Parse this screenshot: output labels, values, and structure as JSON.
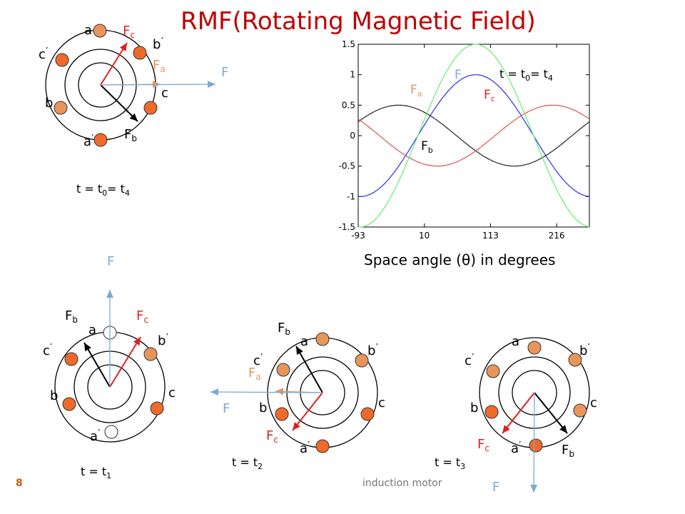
{
  "title": "RMF(Rotating Magnetic Field)",
  "footer": "induction motor",
  "page_number": "8",
  "colors": {
    "title": "#c00000",
    "Fa": "#e8955c",
    "Fb": "#000000",
    "Fc": "#e02020",
    "F": "#7aaad8",
    "coil": "#ef6a2a",
    "coil_c": "#e8955c",
    "chart_Fa": "#2a2aff",
    "chart_Fb": "#222222",
    "chart_Fc": "#e05050",
    "chart_F": "#66ee66"
  },
  "labels": {
    "Fa": "F",
    "Fa_sub": "a",
    "Fb": "F",
    "Fb_sub": "b",
    "Fc": "F",
    "Fc_sub": "c",
    "F": "F",
    "a": "a",
    "b": "b",
    "c": "c",
    "a_prime": "a",
    "b_prime": "b",
    "c_prime": "c",
    "prime": "’"
  },
  "time_labels": {
    "t0": [
      "t = t",
      "0",
      "= t",
      "4"
    ],
    "t1": [
      "t = t",
      "1"
    ],
    "t2": [
      "t = t",
      "2"
    ],
    "t3": [
      "t = t",
      "3"
    ]
  },
  "chart_data": {
    "type": "line",
    "x_min": -93,
    "x_max": 267,
    "xticks": [
      "-93",
      "10",
      "113",
      "216"
    ],
    "xtick_values": [
      -93,
      10,
      113,
      216
    ],
    "yticks": [
      "1.5",
      "1",
      "0.5",
      "0",
      "-0.5",
      "-1",
      "-1.5"
    ],
    "ytick_values": [
      1.5,
      1,
      0.5,
      0,
      -0.5,
      -1,
      -1.5
    ],
    "ylim": [
      -1.5,
      1.5
    ],
    "xlabel": "Space angle (θ) in degrees",
    "annotation": [
      "t = t",
      "0",
      "= t",
      "4"
    ],
    "series": [
      {
        "name": "Fa",
        "label": "F",
        "sub": "a",
        "amplitude": 1.0,
        "phase_deg": 0
      },
      {
        "name": "Fb",
        "label": "F",
        "sub": "b",
        "amplitude": 0.5,
        "phase_deg": -120
      },
      {
        "name": "Fc",
        "label": "F",
        "sub": "c",
        "amplitude": 0.5,
        "phase_deg": 120
      },
      {
        "name": "F",
        "label": "F",
        "sub": "",
        "amplitude": 1.5,
        "phase_deg": 0
      }
    ]
  }
}
